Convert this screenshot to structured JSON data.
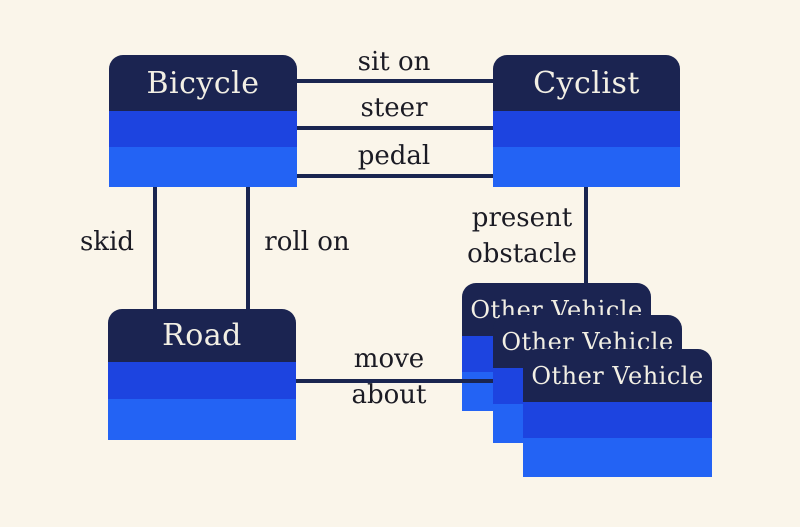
{
  "diagram": {
    "nodes": [
      {
        "id": "bicycle",
        "label": "Bicycle"
      },
      {
        "id": "cyclist",
        "label": "Cyclist"
      },
      {
        "id": "road",
        "label": "Road"
      },
      {
        "id": "other-vehicle",
        "label": "Other Vehicle",
        "stack_count": 3
      }
    ],
    "edges": [
      {
        "from": "Bicycle",
        "to": "Cyclist",
        "label": "sit on"
      },
      {
        "from": "Bicycle",
        "to": "Cyclist",
        "label": "steer"
      },
      {
        "from": "Bicycle",
        "to": "Cyclist",
        "label": "pedal"
      },
      {
        "from": "Bicycle",
        "to": "Road",
        "label": "skid"
      },
      {
        "from": "Bicycle",
        "to": "Road",
        "label": "roll on"
      },
      {
        "from": "Cyclist",
        "to": "Other Vehicle",
        "label": "present obstacle"
      },
      {
        "from": "Road",
        "to": "Other Vehicle",
        "label": "move about"
      }
    ]
  },
  "colors": {
    "background": "#faf5ea",
    "node-header": "#1b2451",
    "node-band-mid": "#1d44e0",
    "node-band-bottom": "#2363f4",
    "edge": "#1a2550",
    "node-title": "#f2efe4",
    "edge-label": "#1b1b24"
  }
}
